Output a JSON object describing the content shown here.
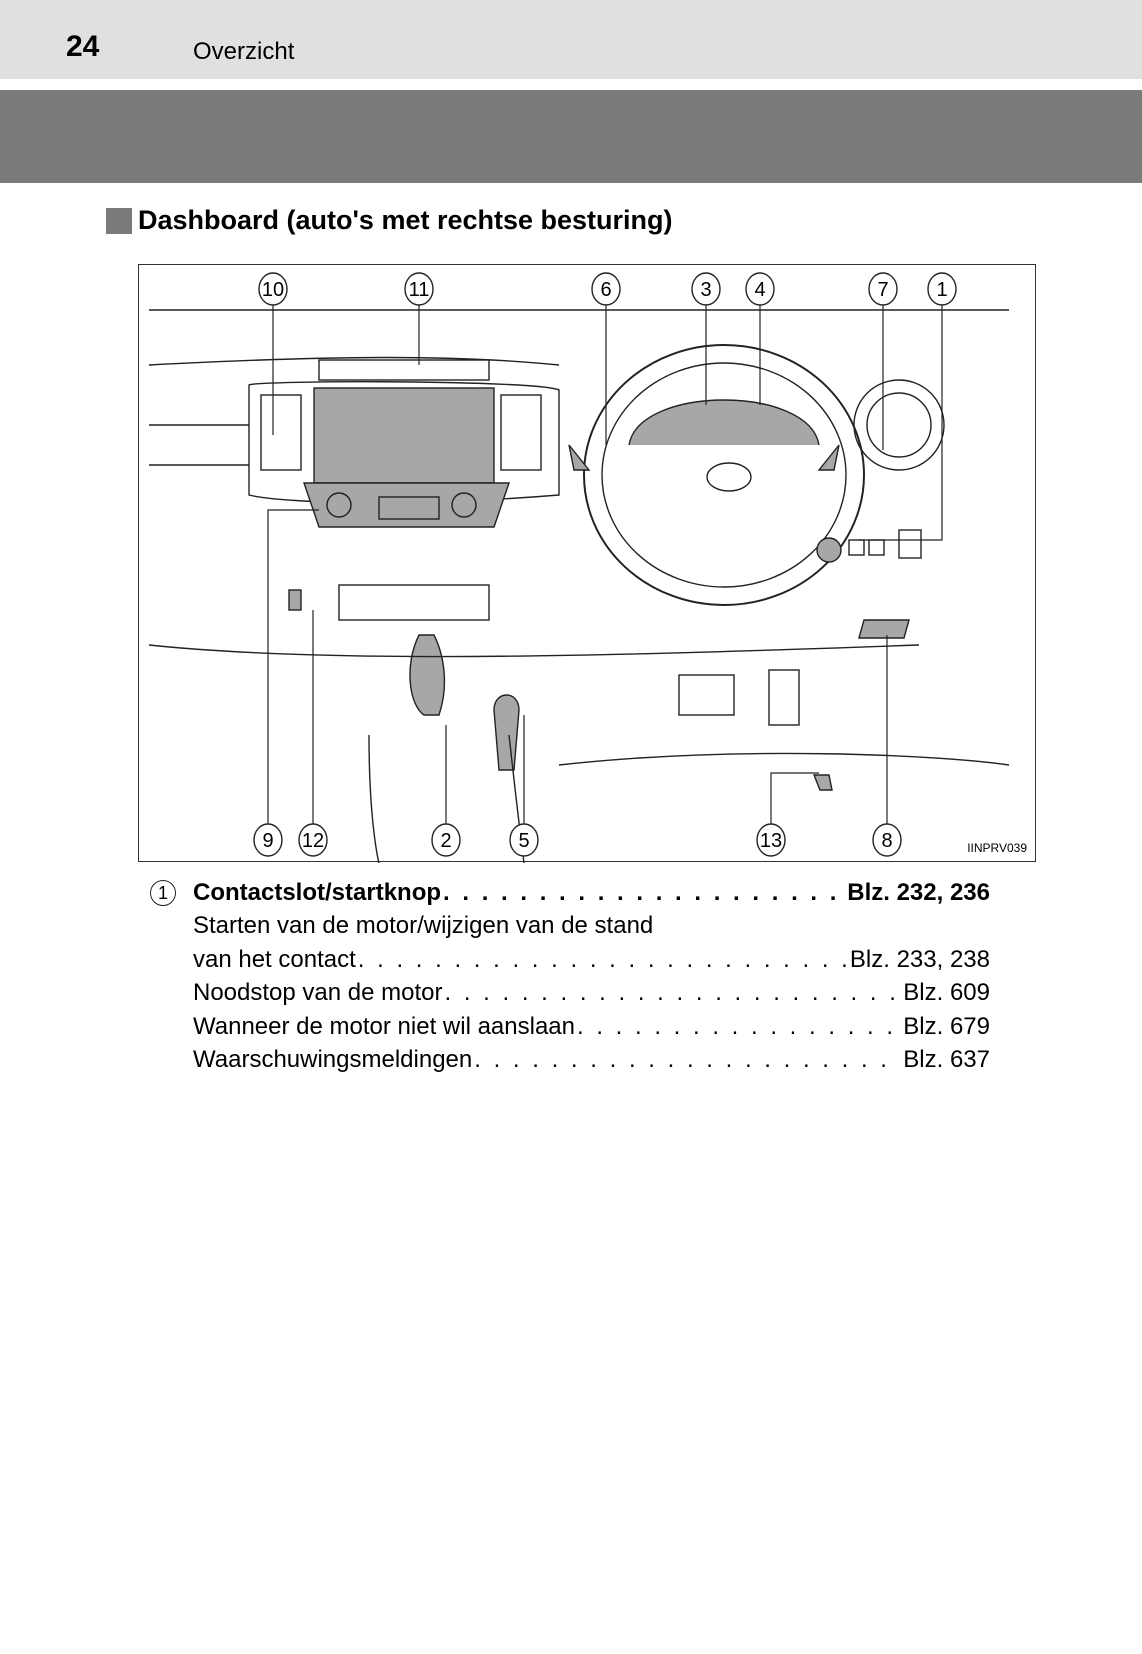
{
  "header": {
    "page_number": "24",
    "section": "Overzicht"
  },
  "heading": "Dashboard (auto's met rechtse besturing)",
  "figure": {
    "code": "IINPRV039",
    "callouts_top": [
      "10",
      "11",
      "6",
      "3",
      "4",
      "7",
      "1"
    ],
    "callouts_bottom": [
      "9",
      "12",
      "2",
      "5",
      "13",
      "8"
    ]
  },
  "list": {
    "marker": "1",
    "items": [
      {
        "label": "Contactslot/startknop",
        "page": "Blz. 232, 236"
      },
      {
        "label": "Starten van de motor/wijzigen van de stand"
      },
      {
        "label": "van het contact",
        "page": "Blz. 233, 238"
      },
      {
        "label": "Noodstop van de motor",
        "page": "Blz. 609"
      },
      {
        "label": "Wanneer de motor niet wil aanslaan",
        "page": "Blz. 679"
      },
      {
        "label": "Waarschuwingsmeldingen",
        "page": "Blz. 637"
      }
    ]
  }
}
